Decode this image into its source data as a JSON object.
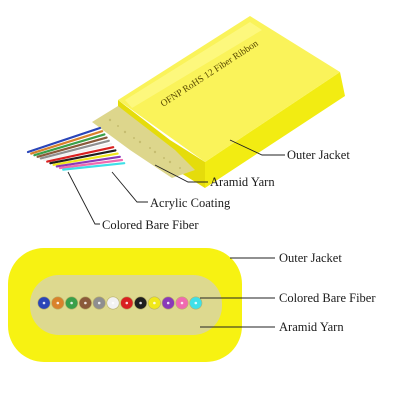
{
  "jacket_print": "OFNP RoHS 12 Fiber Ribbon",
  "top_labels": {
    "outer_jacket": "Outer Jacket",
    "aramid_yarn": "Aramid Yarn",
    "acrylic_coating": "Acrylic Coating",
    "colored_bare_fiber": "Colored Bare Fiber"
  },
  "bottom_labels": {
    "outer_jacket": "Outer Jacket",
    "colored_bare_fiber": "Colored Bare Fiber",
    "aramid_yarn": "Aramid Yarn"
  },
  "colors": {
    "jacket_yellow": "#f7f212",
    "jacket_top": "#fbf65c",
    "jacket_dark": "#e2d90a",
    "aramid": "#ddd98f",
    "aramid_dark": "#c9c27a"
  },
  "fiber_colors": [
    "#2a45b8",
    "#d9822b",
    "#3aa04a",
    "#8a5a3a",
    "#8f8f8f",
    "#f2f2f2",
    "#d92020",
    "#1f1f1f",
    "#f0e81a",
    "#8a3ab8",
    "#f06ab0",
    "#3fe0e8"
  ]
}
